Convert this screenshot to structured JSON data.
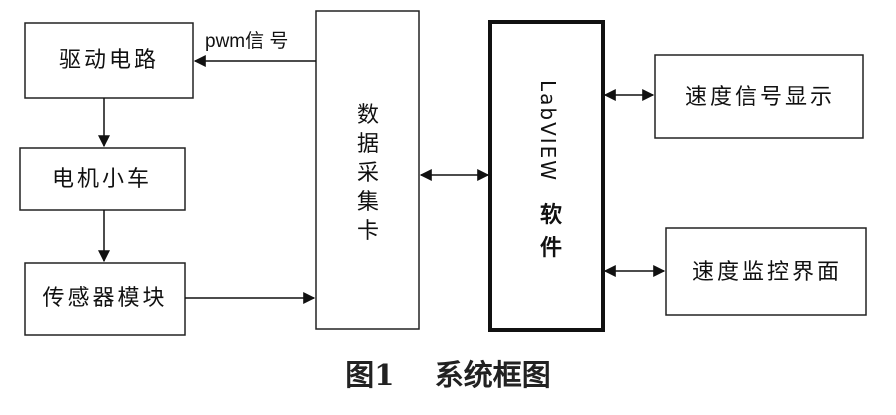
{
  "blocks": {
    "driver": "驱动电路",
    "motor_car": "电机小车",
    "sensor": "传感器模块",
    "daq_chars": [
      "数",
      "据",
      "采",
      "集",
      "卡"
    ],
    "labview_name": "LabVIEW",
    "labview_sub_chars": [
      "软",
      "件"
    ],
    "speed_display": "速度信号显示",
    "speed_monitor": "速度监控界面"
  },
  "edge_labels": {
    "pwm": "pwm信 号"
  },
  "caption": "图1    系统框图"
}
